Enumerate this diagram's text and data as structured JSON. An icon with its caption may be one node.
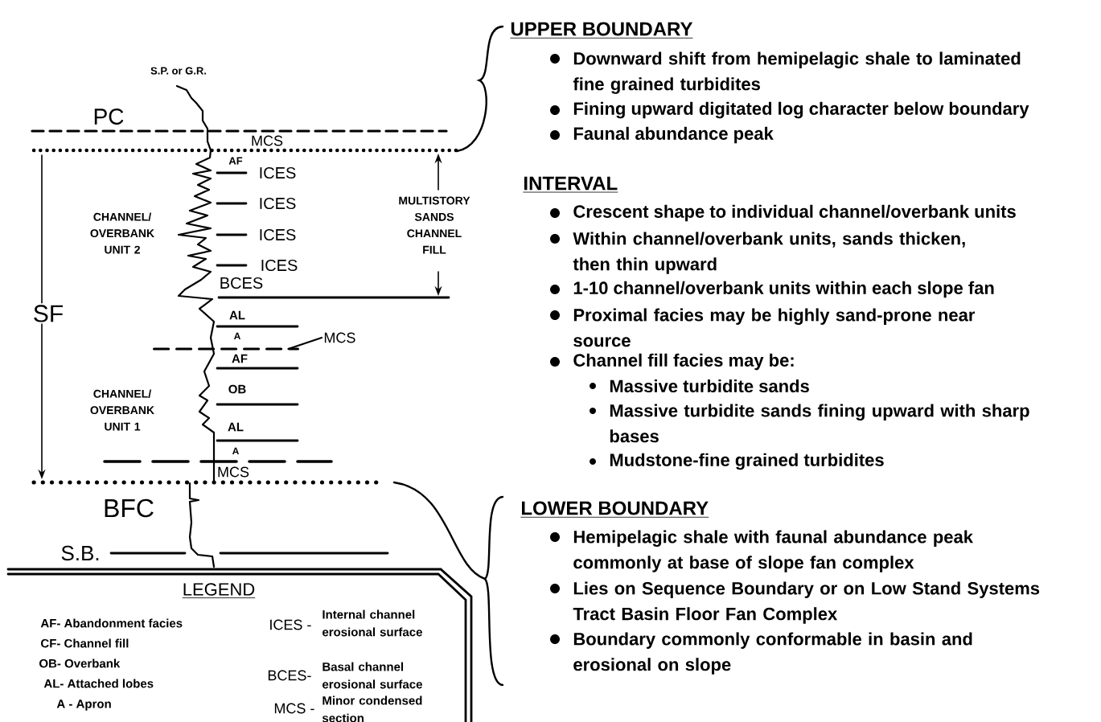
{
  "diagram": {
    "nodes": [
      {
        "text": [
          "MCS"
        ]
      },
      {
        "text": [],
        "shape": "bar"
      }
    ],
    "edges": [
      {
        "from": 0,
        "to": 1,
        "arrow": "none"
      }
    ],
    "labels": [
      "S.P. or G.R.",
      "PC",
      "MCS",
      "AF",
      "ICES",
      "ICES",
      "ICES",
      "ICES",
      "CHANNEL/ OVERBANK UNIT 2",
      "MULTISTORY SANDS CHANNEL FILL",
      "BCES",
      "SF",
      "AL",
      "A",
      "AF",
      "CHANNEL/ OVERBANK UNIT 1",
      "OB",
      "AL",
      "A",
      "MCS",
      "BFC",
      "S.B.",
      "LEGEND",
      "AF- Abandonment facies",
      "ICES -",
      "Internal channel erosional surface",
      "CF- Channel fill",
      "OB- Overbank",
      "AL- Attached lobes",
      "BCES-",
      "Basal channel erosional surface",
      "A - Apron",
      "MCS -",
      "Minor condensed section",
      "UPPER BOUNDARY",
      "Downward shift from hemipelagic shale to laminated fine grained turbidites",
      "Fining upward digitated log character below boundary",
      "Faunal abundance peak",
      "INTERVAL",
      "Crescent shape to individual channel/overbank units",
      "Within channel/overbank units, sands thicken, then thin upward",
      "1-10 channel/overbank units within each slope fan",
      "Proximal facies may be highly sand-prone near source",
      "Channel fill facies may be:",
      "Massive turbidite sands",
      "Massive turbidite sands fining upward with sharp bases",
      "Mudstone-fine grained turbidites",
      "LOWER BOUNDARY",
      "Hemipelagic shale with faunal abundance peak commonly at base of slope fan complex",
      "Lies on Sequence Boundary or on Low Stand Systems Tract Basin Floor Fan Complex",
      "Boundary commonly conformable in basin and erosional on slope"
    ]
  }
}
